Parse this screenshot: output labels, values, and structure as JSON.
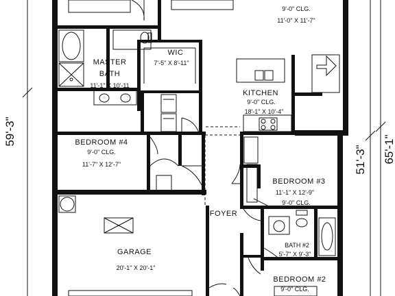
{
  "overall": {
    "width_left": "59'-3\"",
    "width_right_inner": "51'-3\"",
    "width_right_outer": "65'-1\""
  },
  "rooms": {
    "top_right": {
      "ceiling": "9'-0\" CLG.",
      "size": "11'-0\" X 11'-7\""
    },
    "master_bath": {
      "name_line1": "MASTER",
      "name_line2": "BATH",
      "size": "11'-1\" X 10'-11"
    },
    "wic": {
      "name": "WIC",
      "size": "7'-5\" X 8'-11\""
    },
    "kitchen": {
      "name": "KITCHEN",
      "ceiling": "9'-0\" CLG.",
      "size": "18'-1\" X 10'-4\""
    },
    "bedroom4": {
      "name": "BEDROOM #4",
      "ceiling": "9'-0\" CLG.",
      "size": "11'-7\" X 12'-7\""
    },
    "bedroom3": {
      "name": "BEDROOM #3",
      "size": "11'-1\" X 12'-9\"",
      "ceiling": "9'-0\" CLG."
    },
    "foyer": {
      "name": "FOYER"
    },
    "bath2": {
      "name": "BATH #2",
      "size": "5'-7\" X 9'-3\""
    },
    "garage": {
      "name": "GARAGE",
      "size": "20'-1\" X 20'-1\""
    },
    "bedroom2": {
      "name": "BEDROOM #2",
      "ceiling": "9'-0\" CLG."
    }
  },
  "colors": {
    "line": "#111111",
    "background": "#ffffff"
  }
}
